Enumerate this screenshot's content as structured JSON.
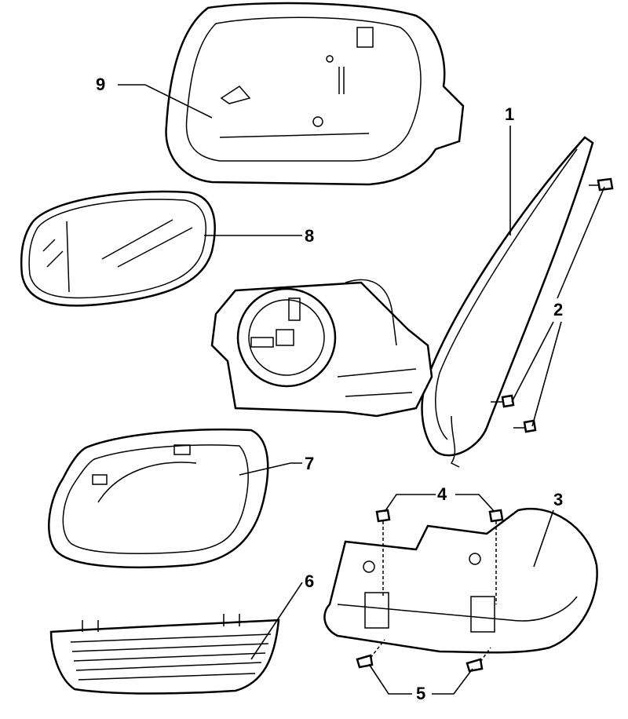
{
  "callouts": [
    {
      "number": "1",
      "part": "mirror-housing-arm"
    },
    {
      "number": "2",
      "part": "screws"
    },
    {
      "number": "3",
      "part": "lower-cover"
    },
    {
      "number": "4",
      "part": "upper-screws"
    },
    {
      "number": "5",
      "part": "lower-screws"
    },
    {
      "number": "6",
      "part": "turn-signal-lens"
    },
    {
      "number": "7",
      "part": "trim-frame"
    },
    {
      "number": "8",
      "part": "mirror-glass"
    },
    {
      "number": "9",
      "part": "mirror-cap"
    }
  ]
}
